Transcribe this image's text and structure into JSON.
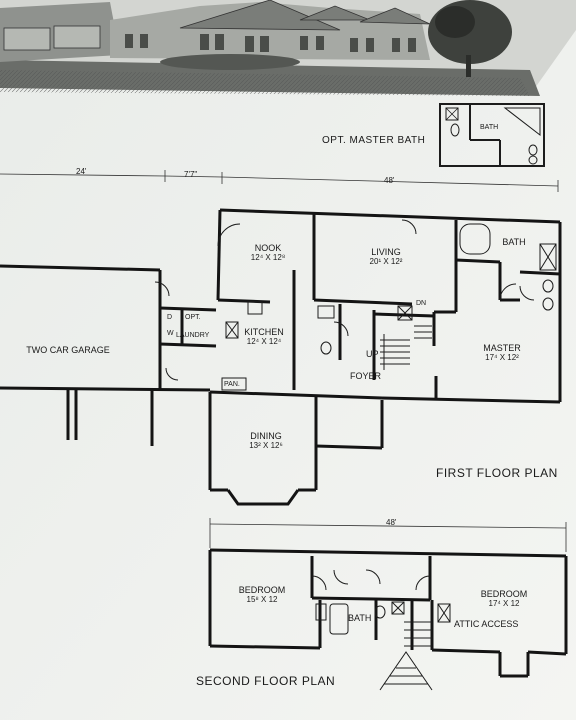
{
  "rendering": {
    "description": "exterior elevation"
  },
  "dimensions": {
    "garage_width": "24'",
    "connector_width": "7'7\"",
    "house_width": "48'",
    "second_width": "48'"
  },
  "labels": {
    "opt_master_bath": "OPT. MASTER BATH",
    "opt_bath_small": "BATH",
    "first_floor": "FIRST FLOOR PLAN",
    "second_floor": "SECOND FLOOR PLAN"
  },
  "rooms": {
    "garage": {
      "name": "TWO CAR GARAGE",
      "size": ""
    },
    "nook": {
      "name": "NOOK",
      "size": "12⁴ X 12⁸"
    },
    "living": {
      "name": "LIVING",
      "size": "20¹ X 12²"
    },
    "bath1": {
      "name": "BATH",
      "size": ""
    },
    "kitchen": {
      "name": "KITCHEN",
      "size": "12⁴ X 12⁴"
    },
    "master": {
      "name": "MASTER",
      "size": "17⁴ X 12²"
    },
    "dining": {
      "name": "DINING",
      "size": "13² X 12⁶"
    },
    "laundry": {
      "name": "LAUNDRY",
      "size": ""
    },
    "opt": {
      "name": "OPT.",
      "size": ""
    },
    "pantry": {
      "name": "PAN.",
      "size": ""
    },
    "foyer": {
      "name": "FOYER",
      "size": ""
    },
    "up": {
      "name": "UP",
      "size": ""
    },
    "dn": {
      "name": "DN",
      "size": ""
    },
    "d": {
      "name": "D",
      "size": ""
    },
    "w": {
      "name": "W",
      "size": ""
    },
    "bedroom_left": {
      "name": "BEDROOM",
      "size": "15⁸ X 12"
    },
    "bedroom_right": {
      "name": "BEDROOM",
      "size": "17⁴ X 12"
    },
    "bath2": {
      "name": "BATH",
      "size": ""
    },
    "attic": {
      "name": "ATTIC ACCESS",
      "size": ""
    }
  }
}
